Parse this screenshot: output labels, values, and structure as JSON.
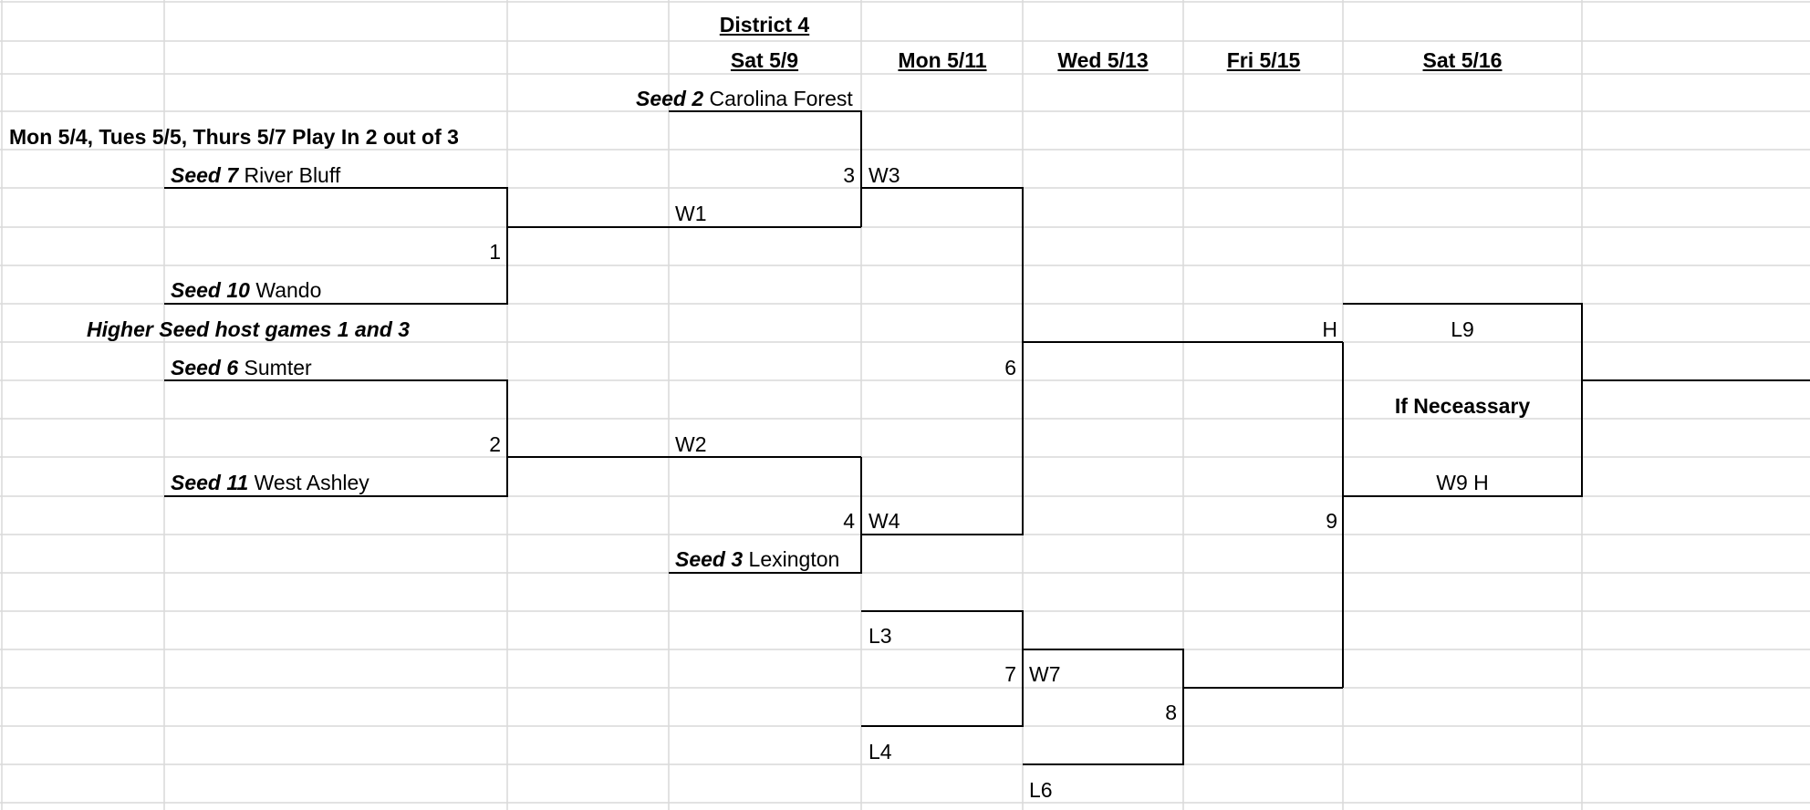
{
  "header": {
    "district": "District 4",
    "dates": [
      "Sat 5/9",
      "Mon 5/11",
      "Wed 5/13",
      "Fri 5/15",
      "Sat 5/16"
    ]
  },
  "notes": {
    "play_in": "Mon 5/4, Tues 5/5, Thurs 5/7 Play In 2 out of 3",
    "host": "Higher Seed host games 1 and 3",
    "if_necessary": "If Neceassary"
  },
  "teams": [
    {
      "seed": "Seed 2",
      "name": "Carolina Forest"
    },
    {
      "seed": "Seed 7",
      "name": "River Bluff"
    },
    {
      "seed": "Seed 10",
      "name": "Wando"
    },
    {
      "seed": "Seed 6",
      "name": "Sumter"
    },
    {
      "seed": "Seed 11",
      "name": "West Ashley"
    },
    {
      "seed": "Seed 3",
      "name": "Lexington"
    }
  ],
  "game_numbers": [
    "1",
    "2",
    "3",
    "4",
    "6",
    "7",
    "8",
    "9"
  ],
  "slots": {
    "w1": "W1",
    "w2": "W2",
    "w3": "W3",
    "w4": "W4",
    "l3": "L3",
    "l4": "L4",
    "w7": "W7",
    "l6": "L6",
    "h": "H",
    "l9": "L9",
    "w9h": "W9 H"
  }
}
